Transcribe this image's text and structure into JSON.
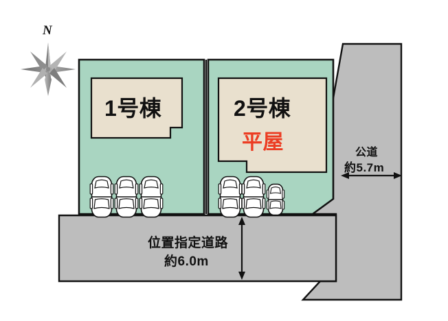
{
  "diagram": {
    "kind": "site-plan",
    "compass": {
      "label": "N",
      "icon": "compass-rose-icon"
    },
    "lots": [
      {
        "id": "lot-1",
        "building_label": "1号棟",
        "building_sublabel": "",
        "parking_spaces": 3
      },
      {
        "id": "lot-2",
        "building_label": "2号棟",
        "building_sublabel": "平屋",
        "parking_spaces": 3
      }
    ],
    "roads": [
      {
        "id": "public-road",
        "name": "公道",
        "width": "約5.7m",
        "position": "east"
      },
      {
        "id": "designated-road",
        "name": "位置指定道路",
        "width": "約6.0m",
        "position": "south"
      }
    ],
    "colors": {
      "lot_fill": "#a9d5c1",
      "building_fill": "#e9e0ce",
      "road_fill": "#bdbdbd",
      "outline": "#111111",
      "accent_red": "#ec3d23",
      "compass_gray": "#8a8a8a",
      "background": "#ffffff"
    }
  }
}
